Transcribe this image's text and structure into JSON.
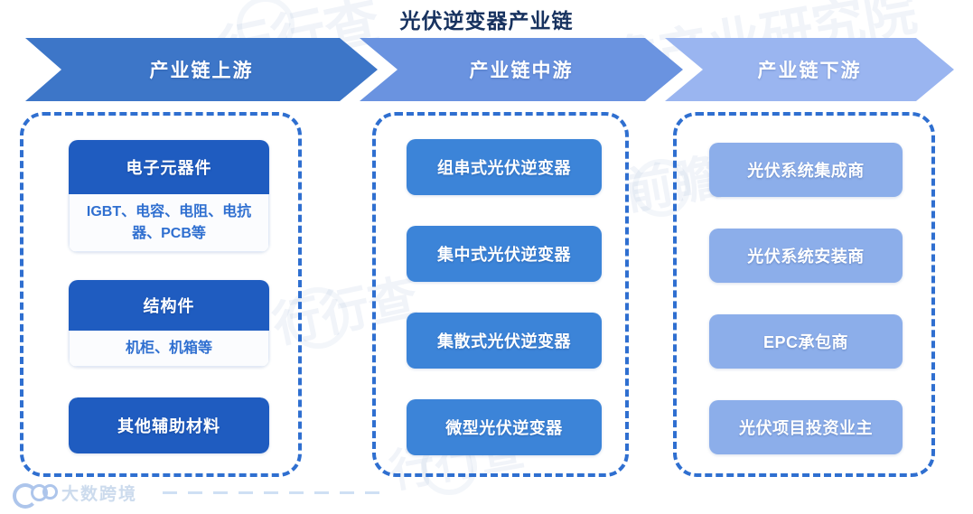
{
  "title": "光伏逆变器产业链",
  "colors": {
    "upstream_banner": "#3d76c8",
    "midstream_banner": "#6a93e0",
    "downstream_banner": "#9ab5f0",
    "upstream_card_head": "#1f5cc0",
    "midstream_pill": "#3c84d8",
    "downstream_pill": "#8caeea",
    "dashed_border": "#2f6fd0",
    "title_text": "#17325f"
  },
  "banners": [
    {
      "label": "产业链上游"
    },
    {
      "label": "产业链中游"
    },
    {
      "label": "产业链下游"
    }
  ],
  "upstream": {
    "cards": [
      {
        "head": "电子元器件",
        "body": "IGBT、电容、电阻、电抗器、PCB等"
      },
      {
        "head": "结构件",
        "body": "机柜、机箱等"
      },
      {
        "head": "其他辅助材料",
        "body": ""
      }
    ]
  },
  "midstream": {
    "items": [
      {
        "label": "组串式光伏逆变器"
      },
      {
        "label": "集中式光伏逆变器"
      },
      {
        "label": "集散式光伏逆变器"
      },
      {
        "label": "微型光伏逆变器"
      }
    ]
  },
  "downstream": {
    "items": [
      {
        "label": "光伏系统集成商"
      },
      {
        "label": "光伏系统安装商"
      },
      {
        "label": "EPC承包商"
      },
      {
        "label": "光伏项目投资业主"
      }
    ]
  },
  "watermarks": {
    "logo_text": "大数跨境",
    "background": [
      "行行查",
      "前瞻产业研究院",
      "行行查",
      "行行查",
      "前瞻"
    ]
  }
}
